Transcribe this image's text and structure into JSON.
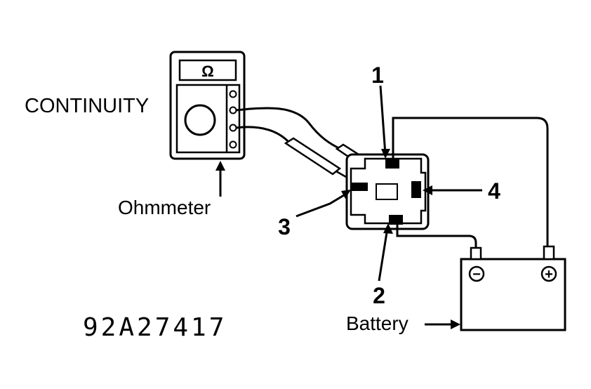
{
  "labels": {
    "continuity": "CONTINUITY",
    "ohmmeter": "Ohmmeter",
    "battery": "Battery",
    "figure_code": "92A27417"
  },
  "ohmmeter_display": "Ω",
  "terminals": {
    "t1": "1",
    "t2": "2",
    "t3": "3",
    "t4": "4"
  },
  "battery_signs": {
    "negative": "−",
    "positive": "+"
  }
}
